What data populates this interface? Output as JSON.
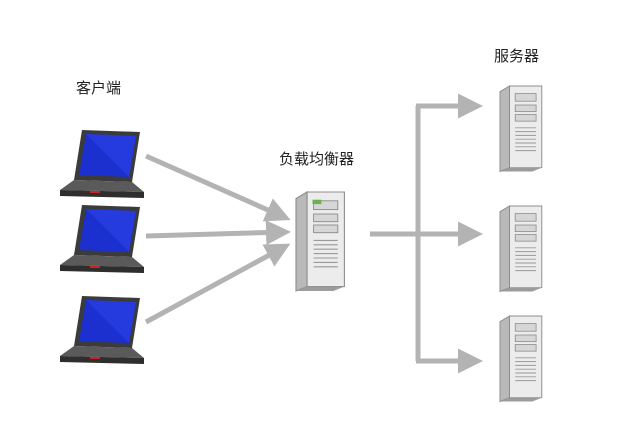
{
  "labels": {
    "clients": "客户端",
    "load_balancer": "负载均衡器",
    "servers": "服务器"
  },
  "colors": {
    "arrow": "#b3b3b3",
    "screen": "#1c2fcf",
    "laptop_body": "#3a3a3a",
    "server_body": "#e9e9e9",
    "server_shadow": "#9a9a9a"
  },
  "nodes": {
    "clients": [
      {
        "name": "laptop-1",
        "icon": "laptop-icon"
      },
      {
        "name": "laptop-2",
        "icon": "laptop-icon"
      },
      {
        "name": "laptop-3",
        "icon": "laptop-icon"
      }
    ],
    "load_balancer": {
      "name": "load-balancer",
      "icon": "server-tower-icon"
    },
    "servers": [
      {
        "name": "server-1",
        "icon": "server-tower-icon"
      },
      {
        "name": "server-2",
        "icon": "server-tower-icon"
      },
      {
        "name": "server-3",
        "icon": "server-tower-icon"
      }
    ]
  }
}
